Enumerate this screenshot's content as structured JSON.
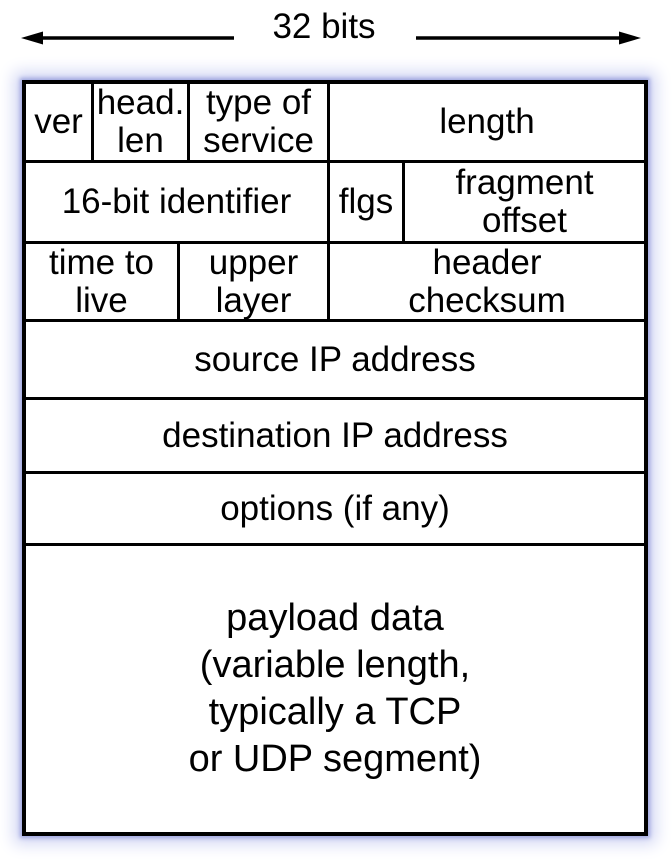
{
  "annotation": {
    "label": "32 bits"
  },
  "colors": {
    "line": "#000000",
    "glow": "#b4bae8",
    "background": "#ffffff"
  },
  "datagram": {
    "rows": [
      {
        "cells": [
          {
            "name": "version",
            "label": "ver"
          },
          {
            "name": "header-length",
            "label": "head.\nlen"
          },
          {
            "name": "type-of-service",
            "label": "type of\nservice"
          },
          {
            "name": "length",
            "label": "length"
          }
        ]
      },
      {
        "cells": [
          {
            "name": "identifier",
            "label": "16-bit identifier"
          },
          {
            "name": "flags",
            "label": "flgs"
          },
          {
            "name": "fragment-offset",
            "label": "fragment\noffset"
          }
        ]
      },
      {
        "cells": [
          {
            "name": "time-to-live",
            "label": "time to\nlive"
          },
          {
            "name": "upper-layer",
            "label": "upper\nlayer"
          },
          {
            "name": "header-checksum",
            "label": "header\nchecksum"
          }
        ]
      },
      {
        "cells": [
          {
            "name": "source-ip-address",
            "label": "source IP address"
          }
        ]
      },
      {
        "cells": [
          {
            "name": "destination-ip-address",
            "label": "destination IP address"
          }
        ]
      },
      {
        "cells": [
          {
            "name": "options",
            "label": "options (if any)"
          }
        ]
      },
      {
        "cells": [
          {
            "name": "payload",
            "label": "payload data\n(variable length,\ntypically a TCP\nor UDP segment)"
          }
        ]
      }
    ]
  }
}
